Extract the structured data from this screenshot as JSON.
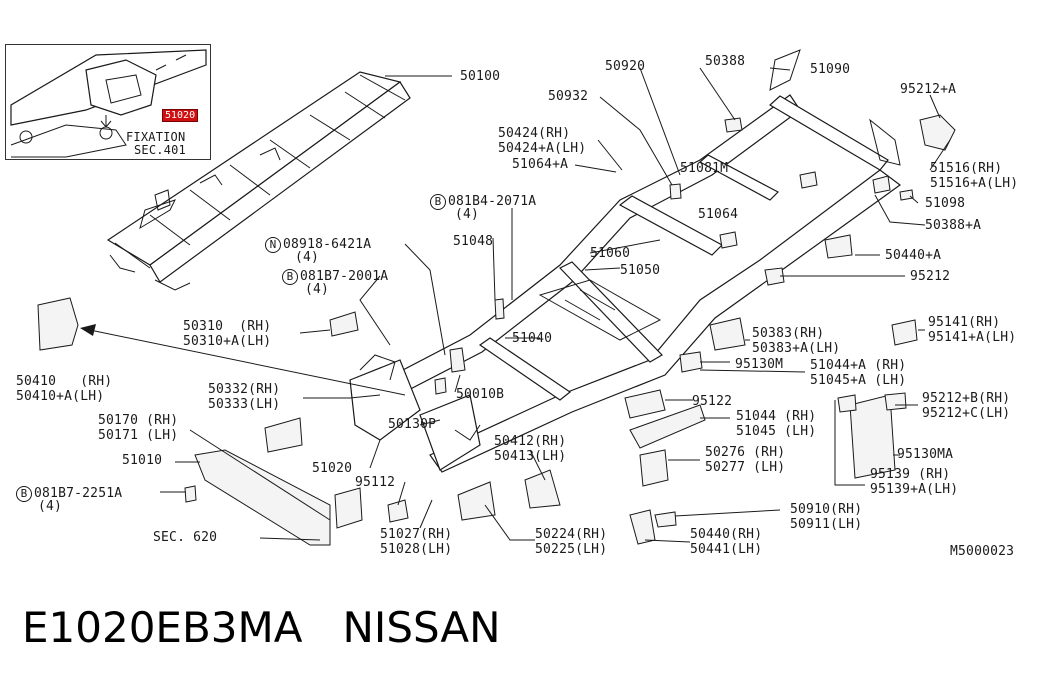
{
  "inset": {
    "red_tag": "51020",
    "fixation_label": "FIXATION",
    "sec_label": "SEC.401"
  },
  "labels": {
    "p50100": "50100",
    "p50920": "50920",
    "p50388": "50388",
    "p51090": "51090",
    "p95212a": "95212+A",
    "p50932": "50932",
    "p50424rh": "50424(RH)",
    "p50424lh": "50424+A(LH)",
    "p51064a": "51064+A",
    "p51081m": "51081M",
    "p51516rh": "51516(RH)",
    "p51516lh": "51516+A(LH)",
    "b081b4": "081B4-2071A",
    "b081b4_qty": "(4)",
    "p51098": "51098",
    "p50388a": "50388+A",
    "p51064": "51064",
    "p51048": "51048",
    "n08918": "08918-6421A",
    "n08918_qty": "(4)",
    "p51060": "51060",
    "p50440a": "50440+A",
    "p51050": "51050",
    "b081b7a": "081B7-2001A",
    "b081b7a_qty": "(4)",
    "p95212": "95212",
    "p50310rh": "50310  (RH)",
    "p50310lh": "50310+A(LH)",
    "p51040": "51040",
    "p95141rh": "95141(RH)",
    "p95141lh": "95141+A(LH)",
    "p50383rh": "50383(RH)",
    "p50383lh": "50383+A(LH)",
    "p50410rh": "50410   (RH)",
    "p50410lh": "50410+A(LH)",
    "p95130m": "95130M",
    "p51044a": "51044+A (RH)",
    "p51045a": "51045+A (LH)",
    "p50332": "50332(RH)",
    "p50333": "50333(LH)",
    "p50010b": "50010B",
    "p95122": "95122",
    "p95212b": "95212+B(RH)",
    "p95212c": "95212+C(LH)",
    "p50170": "50170 (RH)",
    "p50171": "50171 (LH)",
    "p50130p": "50130P",
    "p51044": "51044 (RH)",
    "p51045": "51045 (LH)",
    "p50412": "50412(RH)",
    "p50413": "50413(LH)",
    "p95130ma": "95130MA",
    "p51010": "51010",
    "p50276": "50276 (RH)",
    "p50277": "50277 (LH)",
    "p51020": "51020",
    "p95139rh": "95139 (RH)",
    "p95139lh": "95139+A(LH)",
    "b081b7b": "081B7-2251A",
    "b081b7b_qty": "(4)",
    "p95112": "95112",
    "p50910": "50910(RH)",
    "p50911": "50911(LH)",
    "p51027": "51027(RH)",
    "p51028": "51028(LH)",
    "p50224": "50224(RH)",
    "p50225": "50225(LH)",
    "p50440rh": "50440(RH)",
    "p50441lh": "50441(LH)",
    "sec620": "SEC. 620"
  },
  "prefix_b": "B",
  "prefix_n": "N",
  "diagram_code": "M5000023",
  "footer": "E1020EB3MA   NISSAN"
}
